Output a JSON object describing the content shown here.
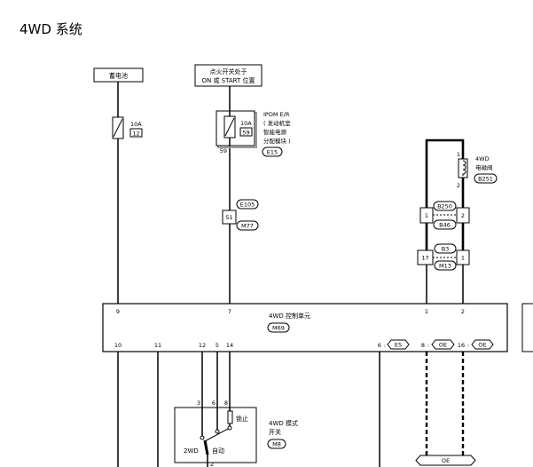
{
  "title": "4WD 系统",
  "battery": {
    "label": "蓄电池",
    "fuse_amp": "10A",
    "fuse_no": "12"
  },
  "ignition": {
    "line1": "点火开关处于",
    "line2": "ON 或 START 位置"
  },
  "ipdm": {
    "fuse_amp": "10A",
    "fuse_no": "59",
    "pin": "59",
    "name_lines": [
      "IPDM E/R",
      "( 发动机室",
      "智能电源",
      "分配模块 )"
    ],
    "connector": "E15"
  },
  "conn_e105": {
    "top": "E105",
    "pin": "51",
    "bottom": "M77"
  },
  "solenoid": {
    "pin_top": "1",
    "pin_bottom": "2",
    "name_lines": [
      "4WD",
      "电磁阀"
    ],
    "connector": "B251"
  },
  "conn_b250": {
    "top": "B250",
    "bottom": "B46",
    "pin_left": "1",
    "pin_right": "2"
  },
  "conn_b3": {
    "top": "B3",
    "bottom": "M13",
    "pin_left": "17",
    "pin_right": "1"
  },
  "control_unit": {
    "name": "4WD 控制单元",
    "connector": "M69",
    "top_pins": [
      "9",
      "7",
      "1",
      "2"
    ],
    "bottom_pins": [
      "10",
      "11",
      "12",
      "5",
      "14"
    ],
    "shield_pins": [
      {
        "pin": "6",
        "sep": ":",
        "code": "ES"
      },
      {
        "pin": "8",
        "sep": ":",
        "code": "OE"
      },
      {
        "pin": "16",
        "sep": ":",
        "code": "OE"
      }
    ]
  },
  "mode_switch": {
    "pins": [
      "3",
      "6",
      "8"
    ],
    "lock_label": "锁止",
    "twowd_label": "2WD",
    "auto_label": "自动",
    "name_lines": [
      "4WD 模式",
      "开关"
    ],
    "connector": "M8",
    "pin_bottom": "2"
  },
  "bottom_shield": {
    "code": "OE"
  }
}
